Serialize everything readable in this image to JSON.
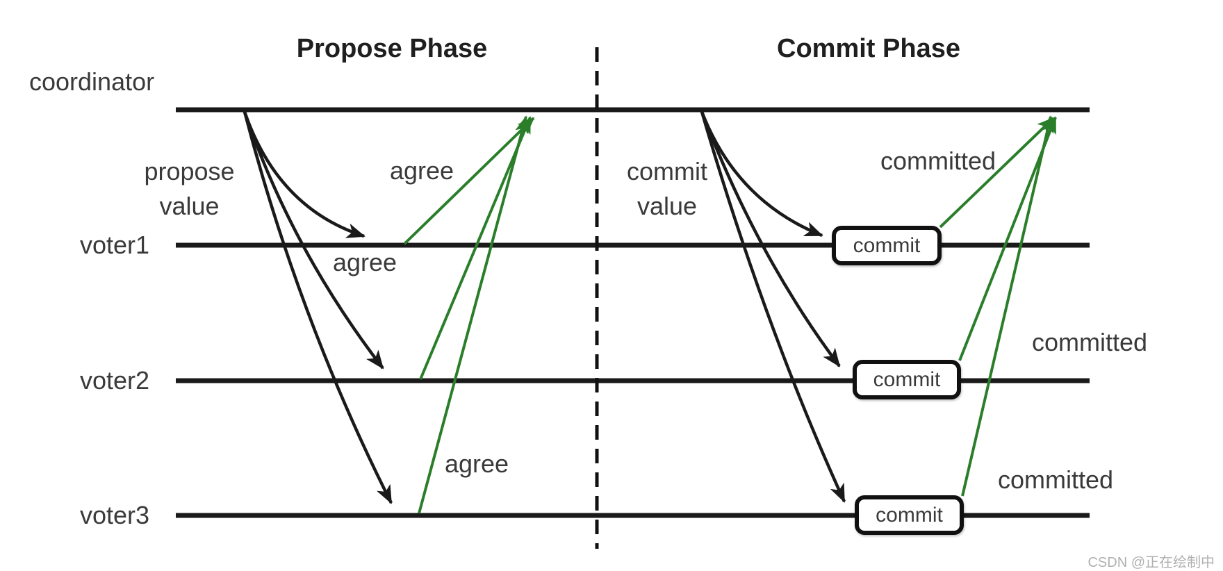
{
  "titles": {
    "propose_phase": "Propose Phase",
    "commit_phase": "Commit Phase"
  },
  "lanes": {
    "coordinator": "coordinator",
    "voter1": "voter1",
    "voter2": "voter2",
    "voter3": "voter3"
  },
  "messages": {
    "propose_value_lines": [
      "propose",
      "value"
    ],
    "commit_value_lines": [
      "commit",
      "value"
    ],
    "agree_labels": [
      "agree",
      "agree",
      "agree"
    ],
    "committed_labels": [
      "committed",
      "committed",
      "committed"
    ],
    "commit_boxes": [
      "commit",
      "commit",
      "commit"
    ]
  },
  "watermark": "CSDN @正在绘制中",
  "colors": {
    "lifeline": "#1a1a1a",
    "message_black": "#1a1a1a",
    "message_green": "#2a7e2a",
    "text": "#3a3a3a",
    "title": "#1f1f1f",
    "watermark_gray": "#b0b0b0",
    "background": "#ffffff"
  }
}
